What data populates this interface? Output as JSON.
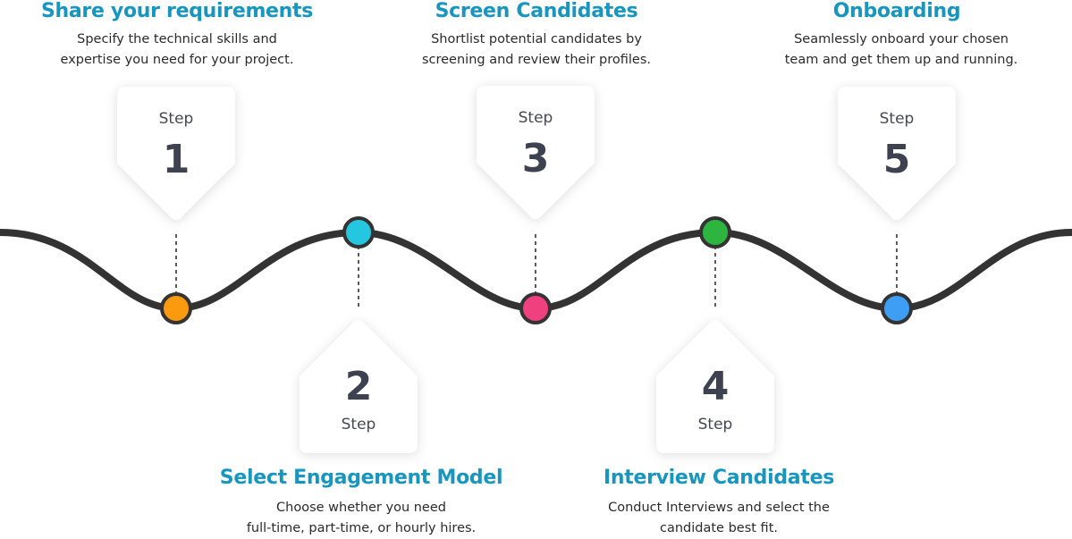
{
  "steps": [
    {
      "step_label": "Step",
      "number": "1",
      "title": "Share your requirements",
      "description": [
        "Specify the technical skills and",
        "expertise you need for your project."
      ],
      "color": "#fb9a0e"
    },
    {
      "step_label": "Step",
      "number": "2",
      "title": "Select Engagement Model",
      "description": [
        "Choose whether you need",
        "full-time, part-time, or hourly hires."
      ],
      "color": "#24c7df"
    },
    {
      "step_label": "Step",
      "number": "3",
      "title": "Screen Candidates",
      "description": [
        "Shortlist potential candidates by",
        "screening and review their profiles."
      ],
      "color": "#f0407d"
    },
    {
      "step_label": "Step",
      "number": "4",
      "title": "Interview Candidates",
      "description": [
        "Conduct Interviews and select the",
        "candidate best fit."
      ],
      "color": "#2db53f"
    },
    {
      "step_label": "Step",
      "number": "5",
      "title": "Onboarding",
      "description": [
        "Seamlessly onboard your chosen",
        "team and get them up and running."
      ],
      "color": "#3d9ef4"
    }
  ],
  "colors": {
    "title": "#1796bf",
    "description": "#2b2b2b",
    "wave": "#333333",
    "card": "#ffffff",
    "card_text": "#454954"
  }
}
